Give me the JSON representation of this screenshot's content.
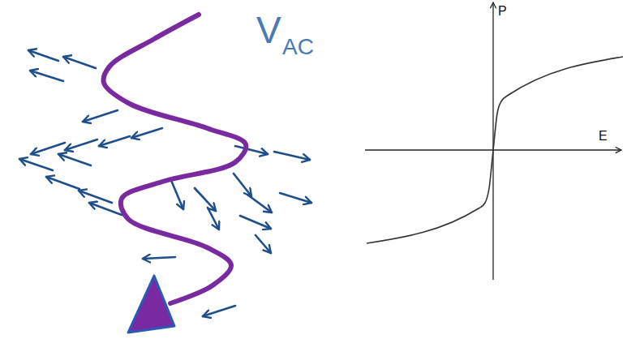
{
  "diagram": {
    "labels": [
      "V",
      "AC",
      "P",
      "E"
    ]
  }
}
